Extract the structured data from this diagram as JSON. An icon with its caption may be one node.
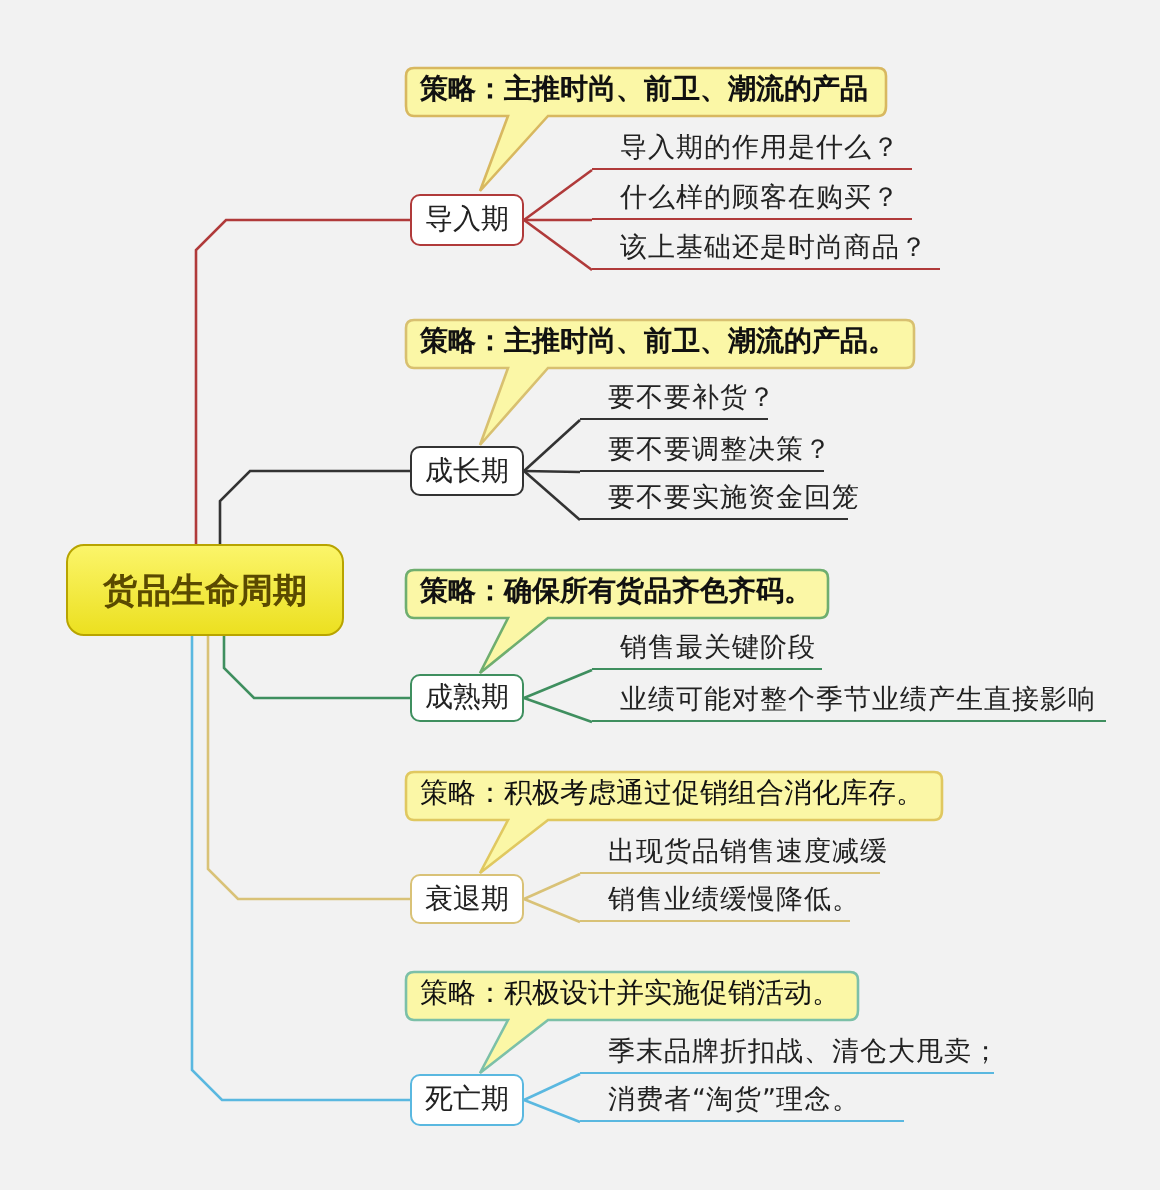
{
  "diagram": {
    "nodes": [
      {
        "text": [
          "货品生命周期"
        ]
      },
      {
        "text": [
          "策略：主推时尚、前卫、潮流的产品"
        ]
      },
      {
        "text": [
          "导入期"
        ]
      },
      {
        "text": [
          "导入期的作用是什么？"
        ]
      },
      {
        "text": [
          "什么样的顾客在购买？"
        ]
      },
      {
        "text": [
          "该上基础还是时尚商品？"
        ]
      },
      {
        "text": [
          "策略：主推时尚、前卫、潮流的产品。"
        ]
      },
      {
        "text": [
          "成长期"
        ]
      },
      {
        "text": [
          "要不要补货？"
        ]
      },
      {
        "text": [
          "要不要调整决策？"
        ]
      },
      {
        "text": [
          "要不要实施资金回笼"
        ]
      },
      {
        "text": [
          "策略：确保所有货品齐色齐码。"
        ]
      },
      {
        "text": [
          "成熟期"
        ]
      },
      {
        "text": [
          "销售最关键阶段"
        ]
      },
      {
        "text": [
          "业绩可能对整个季节业绩产生直接影响"
        ]
      },
      {
        "text": [
          "策略：积极考虑通过促销组合消化库存。"
        ]
      },
      {
        "text": [
          "衰退期"
        ]
      },
      {
        "text": [
          "出现货品销售速度减缓"
        ]
      },
      {
        "text": [
          "销售业绩缓慢降低。"
        ]
      },
      {
        "text": [
          "策略：积极设计并实施促销活动。"
        ]
      },
      {
        "text": [
          "死亡期"
        ]
      },
      {
        "text": [
          "季末品牌折扣战、清仓大甩卖；"
        ]
      },
      {
        "text": [
          "消费者“淘货”理念。"
        ]
      }
    ],
    "edges": [
      {
        "from": 0,
        "to": 2,
        "arrow": "none",
        "color": "#b03a3a"
      },
      {
        "from": 0,
        "to": 7,
        "arrow": "none",
        "color": "#333333"
      },
      {
        "from": 0,
        "to": 12,
        "arrow": "none",
        "color": "#3f8f5f"
      },
      {
        "from": 0,
        "to": 16,
        "arrow": "none",
        "color": "#d9c277"
      },
      {
        "from": 0,
        "to": 20,
        "arrow": "none",
        "color": "#5ab8e0"
      },
      {
        "from": 2,
        "to": 3,
        "arrow": "none",
        "color": "#b03a3a"
      },
      {
        "from": 2,
        "to": 4,
        "arrow": "none",
        "color": "#b03a3a"
      },
      {
        "from": 2,
        "to": 5,
        "arrow": "none",
        "color": "#b03a3a"
      },
      {
        "from": 7,
        "to": 8,
        "arrow": "none",
        "color": "#333333"
      },
      {
        "from": 7,
        "to": 9,
        "arrow": "none",
        "color": "#333333"
      },
      {
        "from": 7,
        "to": 10,
        "arrow": "none",
        "color": "#333333"
      },
      {
        "from": 12,
        "to": 13,
        "arrow": "none",
        "color": "#3f8f5f"
      },
      {
        "from": 12,
        "to": 14,
        "arrow": "none",
        "color": "#3f8f5f"
      },
      {
        "from": 16,
        "to": 17,
        "arrow": "none",
        "color": "#d9c277"
      },
      {
        "from": 16,
        "to": 18,
        "arrow": "none",
        "color": "#d9c277"
      },
      {
        "from": 20,
        "to": 21,
        "arrow": "none",
        "color": "#5ab8e0"
      },
      {
        "from": 20,
        "to": 22,
        "arrow": "none",
        "color": "#5ab8e0"
      }
    ]
  }
}
